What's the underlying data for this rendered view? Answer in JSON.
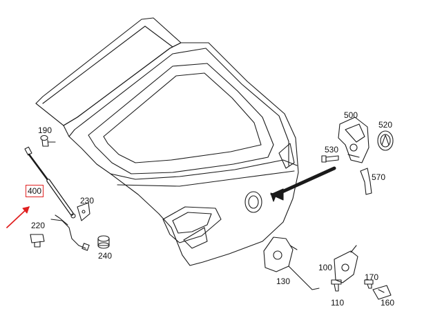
{
  "diagram": {
    "highlight_color": "#e02020",
    "line_color": "#1a1a1a",
    "highlighted_part": "400",
    "parts": {
      "p100": "100",
      "p110": "110",
      "p130": "130",
      "p160": "160",
      "p170": "170",
      "p190": "190",
      "p220": "220",
      "p230": "230",
      "p240": "240",
      "p400": "400",
      "p500": "500",
      "p520": "520",
      "p530": "530",
      "p570": "570"
    }
  }
}
